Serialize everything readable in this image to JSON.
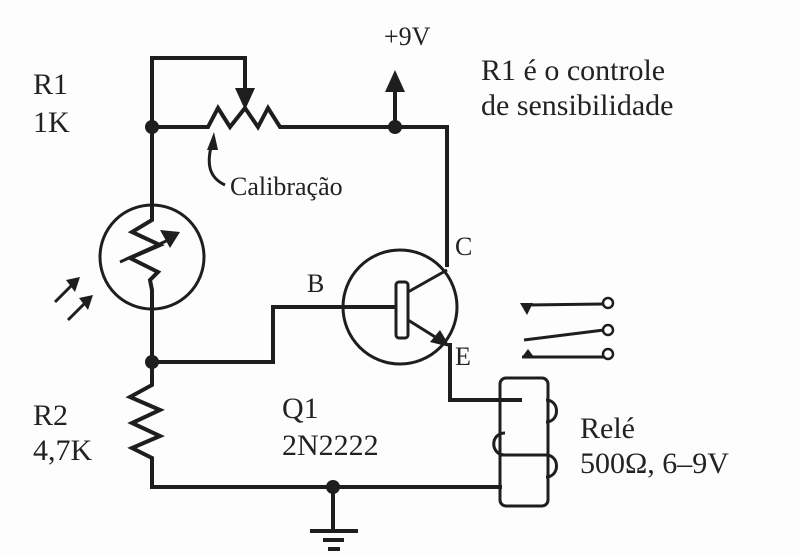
{
  "title": "Circuito sensor de luz com relé",
  "labels": {
    "r1_name": "R1",
    "r1_value": "1K",
    "supply": "+9V",
    "note_line1": "R1 é o controle",
    "note_line2": "de sensibilidade",
    "calibration": "Calibração",
    "collector": "C",
    "base": "B",
    "emitter": "E",
    "r2_name": "R2",
    "r2_value": "4,7K",
    "q1_name": "Q1",
    "q1_part": "2N2222",
    "relay_name": "Relé",
    "relay_spec": "500Ω, 6–9V"
  },
  "components": [
    {
      "id": "R1",
      "type": "potentiometer",
      "value": "1K",
      "role": "sensitivity control"
    },
    {
      "id": "LDR",
      "type": "photoresistor"
    },
    {
      "id": "R2",
      "type": "resistor",
      "value": "4,7K"
    },
    {
      "id": "Q1",
      "type": "npn-transistor",
      "part": "2N2222"
    },
    {
      "id": "K1",
      "type": "relay",
      "spec": "500Ω, 6–9V"
    },
    {
      "id": "GND",
      "type": "ground"
    },
    {
      "id": "VCC",
      "type": "supply",
      "value": "+9V"
    }
  ]
}
